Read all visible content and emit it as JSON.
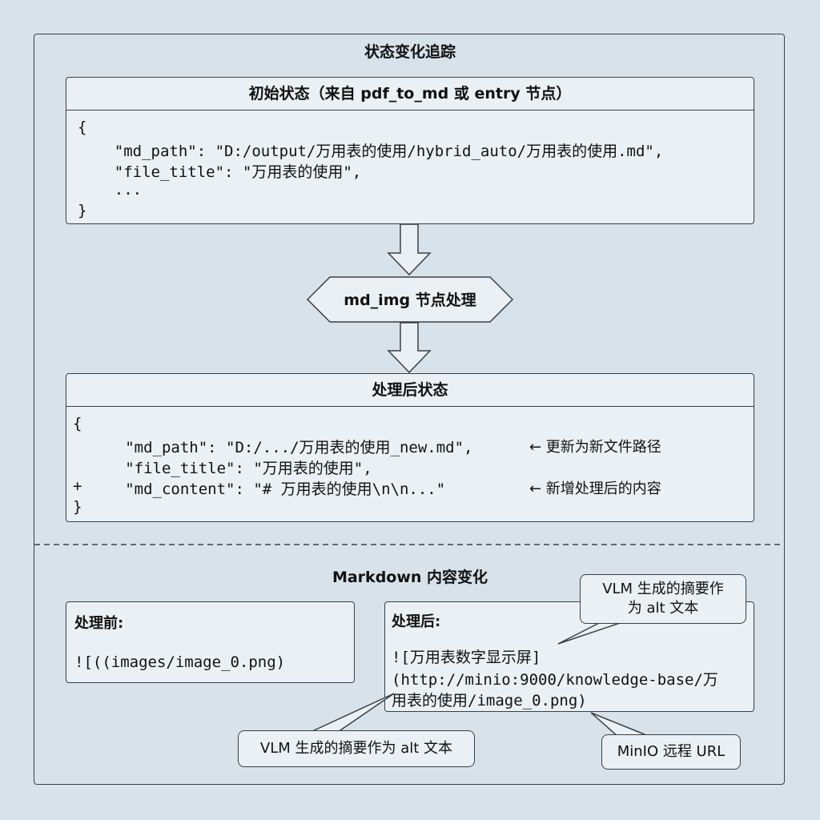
{
  "diagram": {
    "title": "状态变化追踪",
    "initial": {
      "header": "初始状态（来自 pdf_to_md 或 entry 节点）",
      "lines": [
        "{",
        "    \"md_path\": \"D:/output/万用表的使用/hybrid_auto/万用表的使用.md\",",
        "    \"file_title\": \"万用表的使用\",",
        "    ...",
        "}"
      ]
    },
    "process_node": "md_img 节点处理",
    "after": {
      "header": "处理后状态",
      "lines": [
        "{",
        "     \"md_path\": \"D:/.../万用表的使用_new.md\",",
        "     \"file_title\": \"万用表的使用\",",
        "     \"md_content\": \"# 万用表的使用\\n\\n...\"",
        "}"
      ],
      "plus_marker": "+",
      "annotations": [
        "← 更新为新文件路径",
        "← 新增处理后的内容"
      ]
    },
    "markdown_section": {
      "title": "Markdown 内容变化",
      "before": {
        "label": "处理前:",
        "code": "![((images/image_0.png)"
      },
      "after": {
        "label": "处理后:",
        "code_lines": [
          "![万用表数字显示屏]",
          "(http://minio:9000/knowledge-base/万",
          "用表的使用/image_0.png)"
        ]
      },
      "callouts": {
        "top_right": [
          "VLM 生成的摘要作",
          "为 alt 文本"
        ],
        "bottom_left": "VLM 生成的摘要作为 alt 文本",
        "bottom_right": "MinIO 远程 URL"
      }
    }
  }
}
